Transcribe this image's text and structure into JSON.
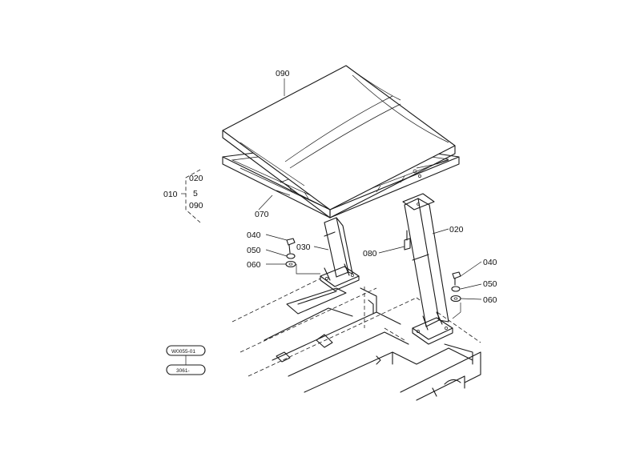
{
  "callouts": {
    "p090": "090",
    "p070": "070",
    "p010": "010",
    "p020_range": "020",
    "range_sep": "5",
    "p090_range": "090",
    "p040_left": "040",
    "p050_left": "050",
    "p060_left": "060",
    "p030": "030",
    "p080": "080",
    "p020": "020",
    "p040_right": "040",
    "p050_right": "050",
    "p060_right": "060"
  },
  "stamps": {
    "serial_top": "W0055-01",
    "serial_bottom": "3061-"
  },
  "colors": {
    "line": "#1a1a1a",
    "background": "#ffffff"
  }
}
